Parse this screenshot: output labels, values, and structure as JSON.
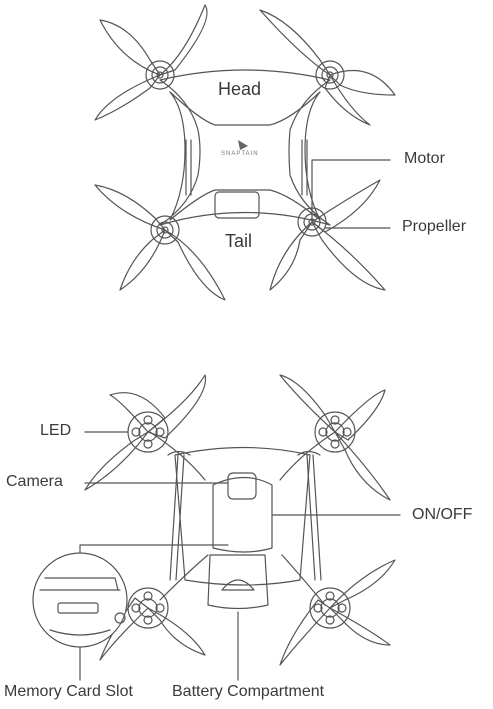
{
  "top_view": {
    "head_label": "Head",
    "tail_label": "Tail",
    "motor_label": "Motor",
    "propeller_label": "Propeller",
    "logo_text": "SNAPTAIN"
  },
  "bottom_view": {
    "led_label": "LED",
    "camera_label": "Camera",
    "onoff_label": "ON/OFF",
    "memory_card_label": "Memory Card Slot",
    "battery_label": "Battery Compartment"
  }
}
